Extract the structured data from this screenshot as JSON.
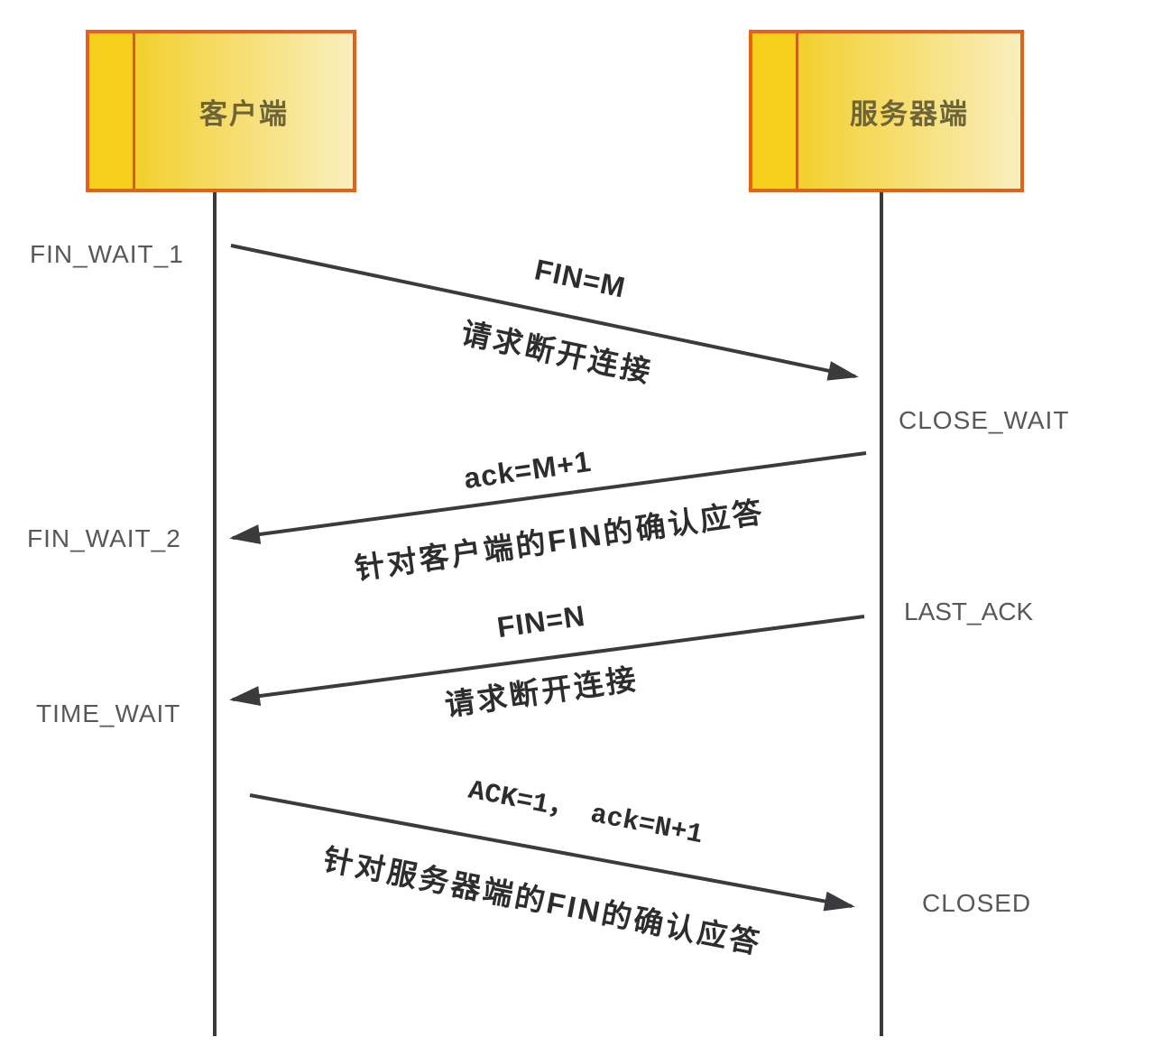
{
  "diagram_type": "tcp-connection-release-sequence",
  "colors": {
    "box_border": "#e2611b",
    "box_strip_fill": "#f5cf1b",
    "box_gradient_start": "#f3d02e",
    "box_gradient_end": "#f9efbd",
    "lifeline_and_arrows": "#3b3b3d",
    "state_label_text": "#57585c",
    "message_text": "#2d2d2f",
    "actor_label_text": "#6d6438"
  },
  "actors": {
    "client": "客户端",
    "server": "服务器端"
  },
  "client_states": [
    "FIN_WAIT_1",
    "FIN_WAIT_2",
    "TIME_WAIT"
  ],
  "server_states": [
    "CLOSE_WAIT",
    "LAST_ACK",
    "CLOSED"
  ],
  "messages": [
    {
      "from": "client",
      "to": "server",
      "packet": "FIN=M",
      "caption": "请求断开连接"
    },
    {
      "from": "server",
      "to": "client",
      "packet": "ack=M+1",
      "caption": "针对客户端的FIN的确认应答"
    },
    {
      "from": "server",
      "to": "client",
      "packet": "FIN=N",
      "caption": "请求断开连接"
    },
    {
      "from": "client",
      "to": "server",
      "packet": "ACK=1， ack=N+1",
      "caption": "针对服务器端的FIN的确认应答"
    }
  ]
}
